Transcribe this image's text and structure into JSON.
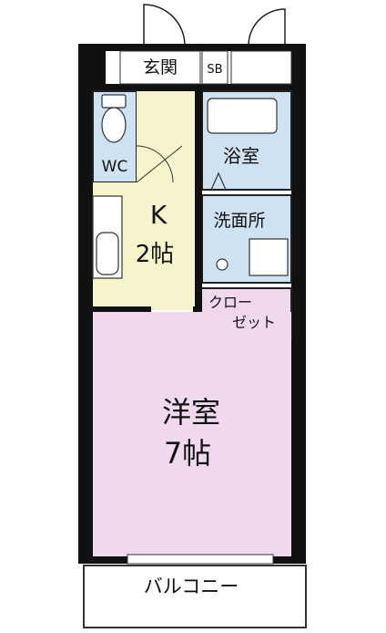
{
  "rooms": {
    "genkan": "玄関",
    "sb": "SB",
    "wc": "WC",
    "kitchen_name": "K",
    "kitchen_size": "2帖",
    "bath": "浴室",
    "washroom": "洗面所",
    "closet_line1": "クロー",
    "closet_line2": "ゼット",
    "western_name": "洋室",
    "western_size": "7帖",
    "balcony": "バルコニー"
  },
  "colors": {
    "wall": "#111111",
    "wc_floor": "#cfe2f1",
    "kitchen_floor": "#f7f3cc",
    "bath_floor": "#cfe2f1",
    "washroom_floor": "#cfe2f1",
    "closet_floor": "#efd8ee",
    "western_floor": "#f0d9ef"
  }
}
